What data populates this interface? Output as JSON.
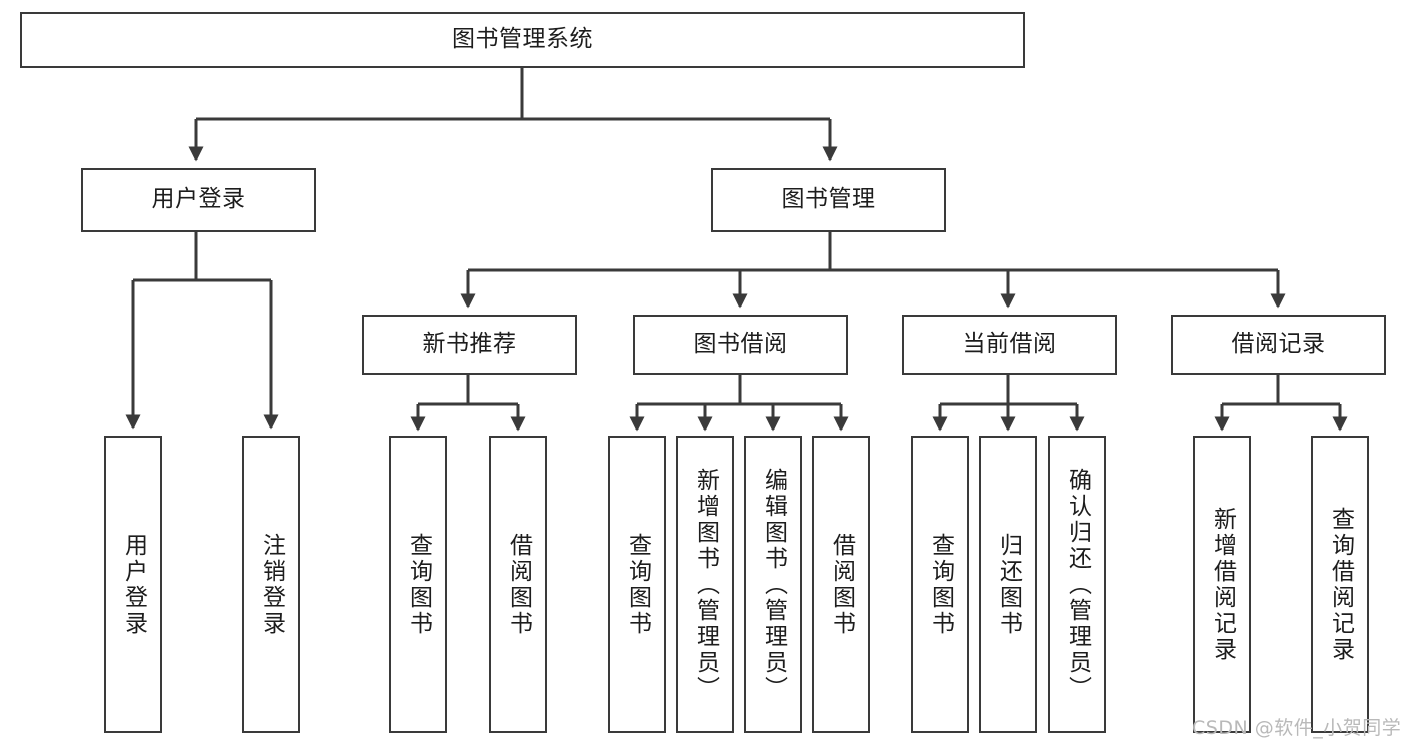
{
  "diagram": {
    "title": "图书管理系统",
    "watermark": "CSDN @软件_小贺同学",
    "colors": {
      "stroke": "#3a3a3a",
      "fill": "#ffffff",
      "text": "#1d1d1d",
      "watermark": "#b9b9b9"
    },
    "nodes": {
      "root": {
        "label": "图书管理系统"
      },
      "level2": [
        {
          "label": "用户登录"
        },
        {
          "label": "图书管理"
        }
      ],
      "level3": [
        {
          "label": "新书推荐"
        },
        {
          "label": "图书借阅"
        },
        {
          "label": "当前借阅"
        },
        {
          "label": "借阅记录"
        }
      ],
      "leaves": {
        "user_login": [
          {
            "label": "用户登录"
          },
          {
            "label": "注销登录"
          }
        ],
        "new_book": [
          {
            "label": "查询图书"
          },
          {
            "label": "借阅图书"
          }
        ],
        "book_borrow": [
          {
            "label": "查询图书"
          },
          {
            "label": "新增图书（管理员）"
          },
          {
            "label": "编辑图书（管理员）"
          },
          {
            "label": "借阅图书"
          }
        ],
        "current_borrow": [
          {
            "label": "查询图书"
          },
          {
            "label": "归还图书"
          },
          {
            "label": "确认归还（管理员）"
          }
        ],
        "borrow_record": [
          {
            "label": "新增借阅记录"
          },
          {
            "label": "查询借阅记录"
          }
        ]
      }
    }
  }
}
